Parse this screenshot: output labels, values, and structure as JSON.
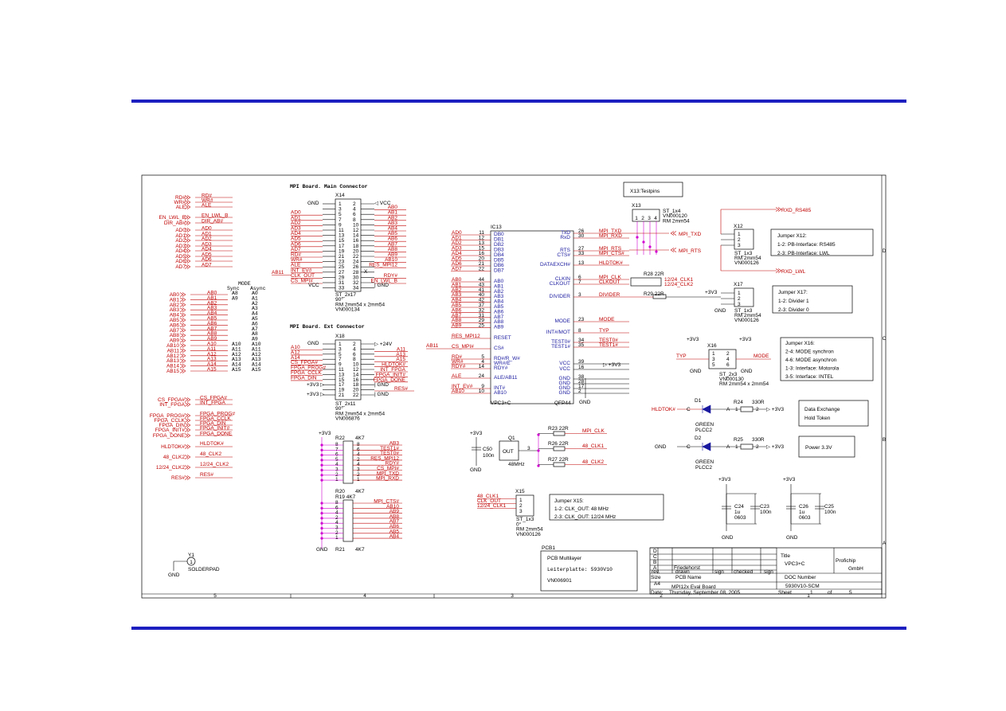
{
  "sheet": {
    "header_title": "MPI Board. Main Connector",
    "ext_title": "MPI Board. Ext Connector",
    "testpins_label": "X13:Testpins"
  },
  "x14": {
    "ref": "X14",
    "left_nets": [
      "AD0",
      "AD1",
      "AD2",
      "AD3",
      "AD4",
      "AD5",
      "AD6",
      "AD7",
      "RD#",
      "WR#",
      "ALE",
      "INT_EV#",
      "CLK_OUT",
      "CS_MPI#",
      "DIR_AB#"
    ],
    "right_nets": [
      "AB0",
      "AB1",
      "AB2",
      "AB3",
      "AB4",
      "AB5",
      "AB6",
      "AB7",
      "AB8",
      "AB9",
      "AB10",
      "RES_MPI12",
      "",
      "RDY#",
      "EN_LWL_B"
    ],
    "pins_left": [
      "1",
      "3",
      "5",
      "7",
      "9",
      "11",
      "13",
      "15",
      "17",
      "19",
      "21",
      "23",
      "25",
      "27",
      "29",
      "31",
      "33"
    ],
    "pins_right": [
      "2",
      "4",
      "6",
      "8",
      "10",
      "12",
      "14",
      "16",
      "18",
      "20",
      "22",
      "24",
      "26",
      "28",
      "30",
      "32",
      "34"
    ],
    "gnd": "GND",
    "vcc": "VCC",
    "ab11": "AB11",
    "x_mark": "X",
    "foot": [
      "ST_2x17",
      "90°",
      "RM 2mm54 x 2mm54",
      "VN000134"
    ]
  },
  "x18": {
    "ref": "X18",
    "left_nets": [
      "A10",
      "A12",
      "A14",
      "CS_FPGA#",
      "FPGA_PROG#",
      "FPGA_CCLK",
      "FPGA_DIN"
    ],
    "right_nets": [
      "+24V",
      "A11",
      "A13",
      "A15",
      "HLDTOK#",
      "INT_FPGA",
      "FPGA_INIT#",
      "FPGA_DONE"
    ],
    "gnd": "GND",
    "p3v3": "+3V3",
    "res": "RES#",
    "pins_left": [
      "1",
      "3",
      "5",
      "7",
      "9",
      "11",
      "13",
      "15",
      "17",
      "19",
      "21"
    ],
    "pins_right": [
      "2",
      "4",
      "6",
      "8",
      "10",
      "12",
      "14",
      "16",
      "18",
      "20",
      "22"
    ],
    "foot": [
      "ST_2x11",
      "90°",
      "RM 2mm54 x 2mm54",
      "VN006876"
    ]
  },
  "left_ports": {
    "top": [
      "RD#",
      "WR#",
      "ALE",
      "EN_LWL_B",
      "DIR_AB#",
      "AD0",
      "AD1",
      "AD2",
      "AD3",
      "AD4",
      "AD5",
      "AD6",
      "AD7"
    ],
    "top_labels": [
      "RD#",
      "WR#",
      "ALE",
      "EN_LWL_B",
      "DIR_AB#",
      "AD0",
      "AD1",
      "AD2",
      "AD3",
      "AD4",
      "AD5",
      "AD6",
      "AD7"
    ],
    "ab": [
      "AB0",
      "AB1",
      "AB2",
      "AB3",
      "AB4",
      "AB5",
      "AB6",
      "AB7",
      "AB8",
      "AB9",
      "AB10",
      "AB11",
      "AB12",
      "AB13",
      "AB14",
      "AB15"
    ],
    "a_labels": [
      "AB0",
      "AB1",
      "AB2",
      "AB3",
      "AB4",
      "AB5",
      "AB6",
      "AB7",
      "AB8",
      "AB9",
      "A10",
      "A11",
      "A12",
      "A13",
      "A14",
      "A15"
    ],
    "mode_header": [
      "MODE",
      "Sync",
      "Async"
    ],
    "sync": [
      "A8",
      "A9",
      "",
      "",
      "",
      "",
      "",
      "",
      "",
      "",
      "A10",
      "A11",
      "A12",
      "A13",
      "A14",
      "A15"
    ],
    "async": [
      "A0",
      "A1",
      "A2",
      "A3",
      "A4",
      "A5",
      "A6",
      "A7",
      "A8",
      "A9",
      "A10",
      "A11",
      "A12",
      "A13",
      "A14",
      "A15"
    ],
    "fpga": [
      "CS_FPGA#",
      "INT_FPGA",
      "FPGA_PROG#",
      "FPGA_CCLK",
      "FPGA_DIN",
      "FPGA_INIT#",
      "FPGA_DONE"
    ],
    "fpga_labels": [
      "CS_FPGA#",
      "INT_FPGA",
      "FPGA_PROG#",
      "FPGA_CCLK",
      "FPGA_DIN",
      "FPGA_INIT#",
      "FPGA_DONE"
    ],
    "misc": [
      "HLDTOK#",
      "48_CLK2",
      "12/24_CLK2",
      "RES#"
    ],
    "misc_labels": [
      "HLDTOK#",
      "48_CLK2",
      "12/24_CLK2",
      "RES#"
    ]
  },
  "ic13": {
    "ref": "IC13",
    "part": "VPC3+C",
    "pkg": "QFP44",
    "db": [
      "DB0",
      "DB1",
      "DB2",
      "DB3",
      "DB4",
      "DB5",
      "DB6",
      "DB7"
    ],
    "db_pins": [
      "11",
      "12",
      "13",
      "15",
      "16",
      "20",
      "21",
      "22"
    ],
    "db_nets": [
      "AD0",
      "AD1",
      "AD2",
      "AD3",
      "AD4",
      "AD5",
      "AD6",
      "AD7"
    ],
    "ab": [
      "AB0",
      "AB1",
      "AB2",
      "AB3",
      "AB4",
      "AB5",
      "AB6",
      "AB7",
      "AB8",
      "AB9"
    ],
    "ab_pins": [
      "44",
      "43",
      "41",
      "40",
      "42",
      "37",
      "32",
      "31",
      "29",
      "25"
    ],
    "ab_nets": [
      "AB0",
      "AB1",
      "AB2",
      "AB3",
      "AB4",
      "AB5",
      "AB6",
      "AB7",
      "AB8",
      "AB9"
    ],
    "left_ctrl": [
      {
        "pin": "",
        "pname": "RESET",
        "net": "RES_MPI12"
      },
      {
        "pin": "",
        "pname": "CS#",
        "net": "CS_MPI#"
      },
      {
        "pin": "5",
        "pname": "RD#/R_W#",
        "net": "RD#"
      },
      {
        "pin": "4",
        "pname": "WR#/E",
        "net": "WR#"
      },
      {
        "pin": "14",
        "pname": "RDY#",
        "net": "RDY#"
      },
      {
        "pin": "24",
        "pname": "ALE/AB11",
        "net": "ALE"
      },
      {
        "pin": "9",
        "pname": "INT#",
        "net": "INT_EV#"
      },
      {
        "pin": "10",
        "pname": "AB10",
        "net": "AB10"
      }
    ],
    "right": [
      {
        "pname": "TxD",
        "pin": "26",
        "net": "MPI_TXD"
      },
      {
        "pname": "RxD",
        "pin": "30",
        "net": "MPI_RXD"
      },
      {
        "pname": "RTS",
        "pin": "27",
        "net": "MPI_RTS"
      },
      {
        "pname": "CTS#",
        "pin": "33",
        "net": "MPI_CTS#"
      },
      {
        "pname": "DATAEXCH#",
        "pin": "13",
        "net": "HLDTOK#"
      },
      {
        "pname": "CLKIN",
        "pin": "6",
        "net": "MPI_CLK"
      },
      {
        "pname": "CLKOUT",
        "pin": "7",
        "net": "CLKOUT"
      },
      {
        "pname": "DIVIDER",
        "pin": "3",
        "net": "DIVIDER"
      },
      {
        "pname": "MODE",
        "pin": "23",
        "net": "MODE"
      },
      {
        "pname": "INT#/MOT",
        "pin": "8",
        "net": "TYP"
      },
      {
        "pname": "TEST0#",
        "pin": "34",
        "net": "TEST0#"
      },
      {
        "pname": "TEST1#",
        "pin": "35",
        "net": "TEST1#"
      },
      {
        "pname": "VCC",
        "pin": "39",
        "net": ""
      },
      {
        "pname": "VCC",
        "pin": "16",
        "net": ""
      },
      {
        "pname": "GND",
        "pin": "38",
        "net": ""
      },
      {
        "pname": "GND",
        "pin": "28",
        "net": ""
      },
      {
        "pname": "GND",
        "pin": "17",
        "net": ""
      },
      {
        "pname": "GND",
        "pin": "2",
        "net": ""
      }
    ],
    "ab11": "AB11",
    "p3v3": "+3V3",
    "gnd": "GND"
  },
  "x13": {
    "ref": "X13",
    "pins": [
      "1",
      "2",
      "3",
      "4"
    ],
    "foot": [
      "ST_1x4",
      "VN000120",
      "RM 2mm54"
    ]
  },
  "x12": {
    "ref": "X12",
    "pins": [
      "1",
      "2",
      "3"
    ],
    "foot": [
      "ST_1x3",
      "RM 2mm54",
      "VN000126"
    ],
    "rxd_rs485": "RXD_RS485",
    "rxd_lwl": "RXD_LWL"
  },
  "jumper_x12": [
    "Jumper X12:",
    "1-2: PB-Interface: RS485",
    "2-3: PB-Interface: LWL"
  ],
  "clk_block": {
    "r28": "R28 22R",
    "r29": "R29 22R",
    "clk1": "12/24_CLK1",
    "clk2": "12/24_CLK2",
    "p3v3": "+3V3"
  },
  "x17": {
    "ref": "X17",
    "pins": [
      "1",
      "2",
      "3"
    ],
    "foot": [
      "ST_1x3",
      "RM 2mm54",
      "VN000126"
    ],
    "gnd": "GND"
  },
  "jumper_x17": [
    "Jumper X17:",
    "1-2: Divider 1",
    "2-3: Divider 0"
  ],
  "x16": {
    "ref": "X16",
    "pins": [
      "1",
      "2",
      "3",
      "4",
      "5",
      "6"
    ],
    "foot": [
      "ST_2x3",
      "VN000130",
      "RM 2mm54 x 2mm54"
    ],
    "typ": "TYP",
    "mode": "MODE",
    "p3v3": "+3V3",
    "gnd": "GND"
  },
  "jumper_x16": [
    "Jumper X16:",
    "2-4: MODE synchron",
    "4-6: MODE asynchron",
    "1-3: Interface: Motorola",
    "3-5: Interface: INTEL"
  ],
  "leds": [
    {
      "ref": "D1",
      "net": "HLDTOK#",
      "color": "GREEN",
      "pkg": "PLCC2",
      "r": "R24",
      "rv": "330R",
      "pwr": "+3V3",
      "k": "C",
      "a": "A"
    },
    {
      "ref": "D2",
      "net": "GND",
      "color": "GREEN",
      "pkg": "PLCC2",
      "r": "R25",
      "rv": "330R",
      "pwr": "+3V3",
      "k": "C",
      "a": "A"
    }
  ],
  "note_data": [
    "Data Exchange",
    "Hold Token"
  ],
  "note_power": "Power 3.3V",
  "resnets": {
    "r22": "R22",
    "r22v": "4K7",
    "r22_nets": [
      "AB3",
      "TEST1#",
      "TEST0#",
      "RES_MPI12",
      "RDY#",
      "CS_MPI#",
      "MPI_TXD",
      "MPI_RXD"
    ],
    "r20": "R20",
    "r20v": "4K7",
    "r19": "R19 4K7",
    "r19_nets": [
      "MPI_CTS#",
      "AB10",
      "AB9",
      "AB8",
      "AB7",
      "AB6",
      "AB5",
      "AB4"
    ],
    "r21": "R21",
    "r21v": "4K7",
    "p3v3": "+3V3",
    "gnd": "GND"
  },
  "osc": {
    "c50": "C50",
    "c50v": "100n",
    "q1": "Q1",
    "freq": "48MHz",
    "out": "OUT",
    "r23": "R23 22R",
    "r26": "R26 22R",
    "r27": "R27 22R",
    "n1": "MPI_CLK",
    "n2": "48_CLK1",
    "n3": "48_CLK2",
    "p3v3": "+3V3",
    "gnd": "GND"
  },
  "x15": {
    "ref": "X15",
    "pins": [
      "1",
      "2",
      "3"
    ],
    "nets": [
      "48_CLK1",
      "CLK_OUT",
      "12/24_CLK1"
    ],
    "foot": [
      "ST_1x3",
      "0°",
      "RM 2mm54",
      "VN000126"
    ]
  },
  "jumper_x15": [
    "Jumper X15:",
    "1-2: CLK_OUT: 48 MHz",
    "2-3: CLK_OUT: 12/24 MHz"
  ],
  "caps": [
    {
      "ref": "C24",
      "v": "1u",
      "pkg": "0603"
    },
    {
      "ref": "C23",
      "v": "100n",
      "pkg": ""
    },
    {
      "ref": "C26",
      "v": "1u",
      "pkg": "0603"
    },
    {
      "ref": "C25",
      "v": "100n",
      "pkg": ""
    }
  ],
  "caps_power": {
    "p3v3": "+3V3",
    "gnd": "GND"
  },
  "y1": {
    "ref": "Y1",
    "name": "SOLDERPAD",
    "pin": "1",
    "gnd": "GND"
  },
  "pcb": {
    "ref": "PCB1",
    "lines": [
      "PCB Multilayer",
      "Leiterplatte: 5930V10",
      "VN006901"
    ]
  },
  "titleblock": {
    "revs": [
      "D",
      "C",
      "B",
      "A"
    ],
    "a_name": "Friedehorst",
    "cols": [
      "rev.",
      "drawn",
      "sign",
      "checked",
      "sign"
    ],
    "title_label": "Title",
    "title": "VPC3+C",
    "company": [
      "Profichip",
      "GmbH"
    ],
    "size_label": "Size",
    "size": "A4",
    "pcb_label": "PCB Name",
    "pcb_name": "MPI12x Eval Board",
    "doc_label": "DOC Number",
    "doc": "5930V10-SCM",
    "date_label": "Date:",
    "date": "Thursday, September 08, 2005",
    "sheet_label": "Sheet",
    "sheet": "1",
    "of": "of",
    "sheets": "5"
  },
  "border": {
    "bottom": [
      "5",
      "4",
      "3",
      "2",
      "1"
    ],
    "right": [
      "D",
      "C",
      "B",
      "A"
    ]
  }
}
